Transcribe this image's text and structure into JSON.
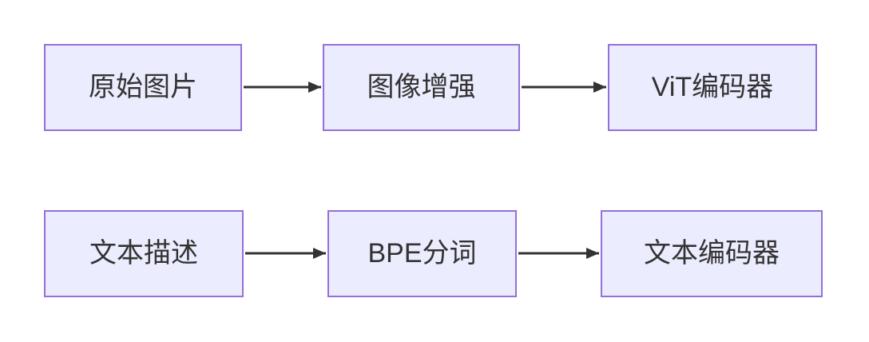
{
  "flowchart": {
    "type": "flow-diagram",
    "rows": [
      {
        "name": "image-pipeline",
        "nodes": [
          {
            "label": "原始图片"
          },
          {
            "label": "图像增强"
          },
          {
            "label": "ViT编码器"
          }
        ]
      },
      {
        "name": "text-pipeline",
        "nodes": [
          {
            "label": "文本描述"
          },
          {
            "label": "BPE分词"
          },
          {
            "label": "文本编码器"
          }
        ]
      }
    ],
    "edges": [
      {
        "from": "原始图片",
        "to": "图像增强"
      },
      {
        "from": "图像增强",
        "to": "ViT编码器"
      },
      {
        "from": "文本描述",
        "to": "BPE分词"
      },
      {
        "from": "BPE分词",
        "to": "文本编码器"
      }
    ],
    "colors": {
      "node_fill": "#ECECFF",
      "node_border": "#9370DB",
      "arrow_color": "#333333",
      "text_color": "#333333",
      "background": "#FFFFFF"
    }
  }
}
